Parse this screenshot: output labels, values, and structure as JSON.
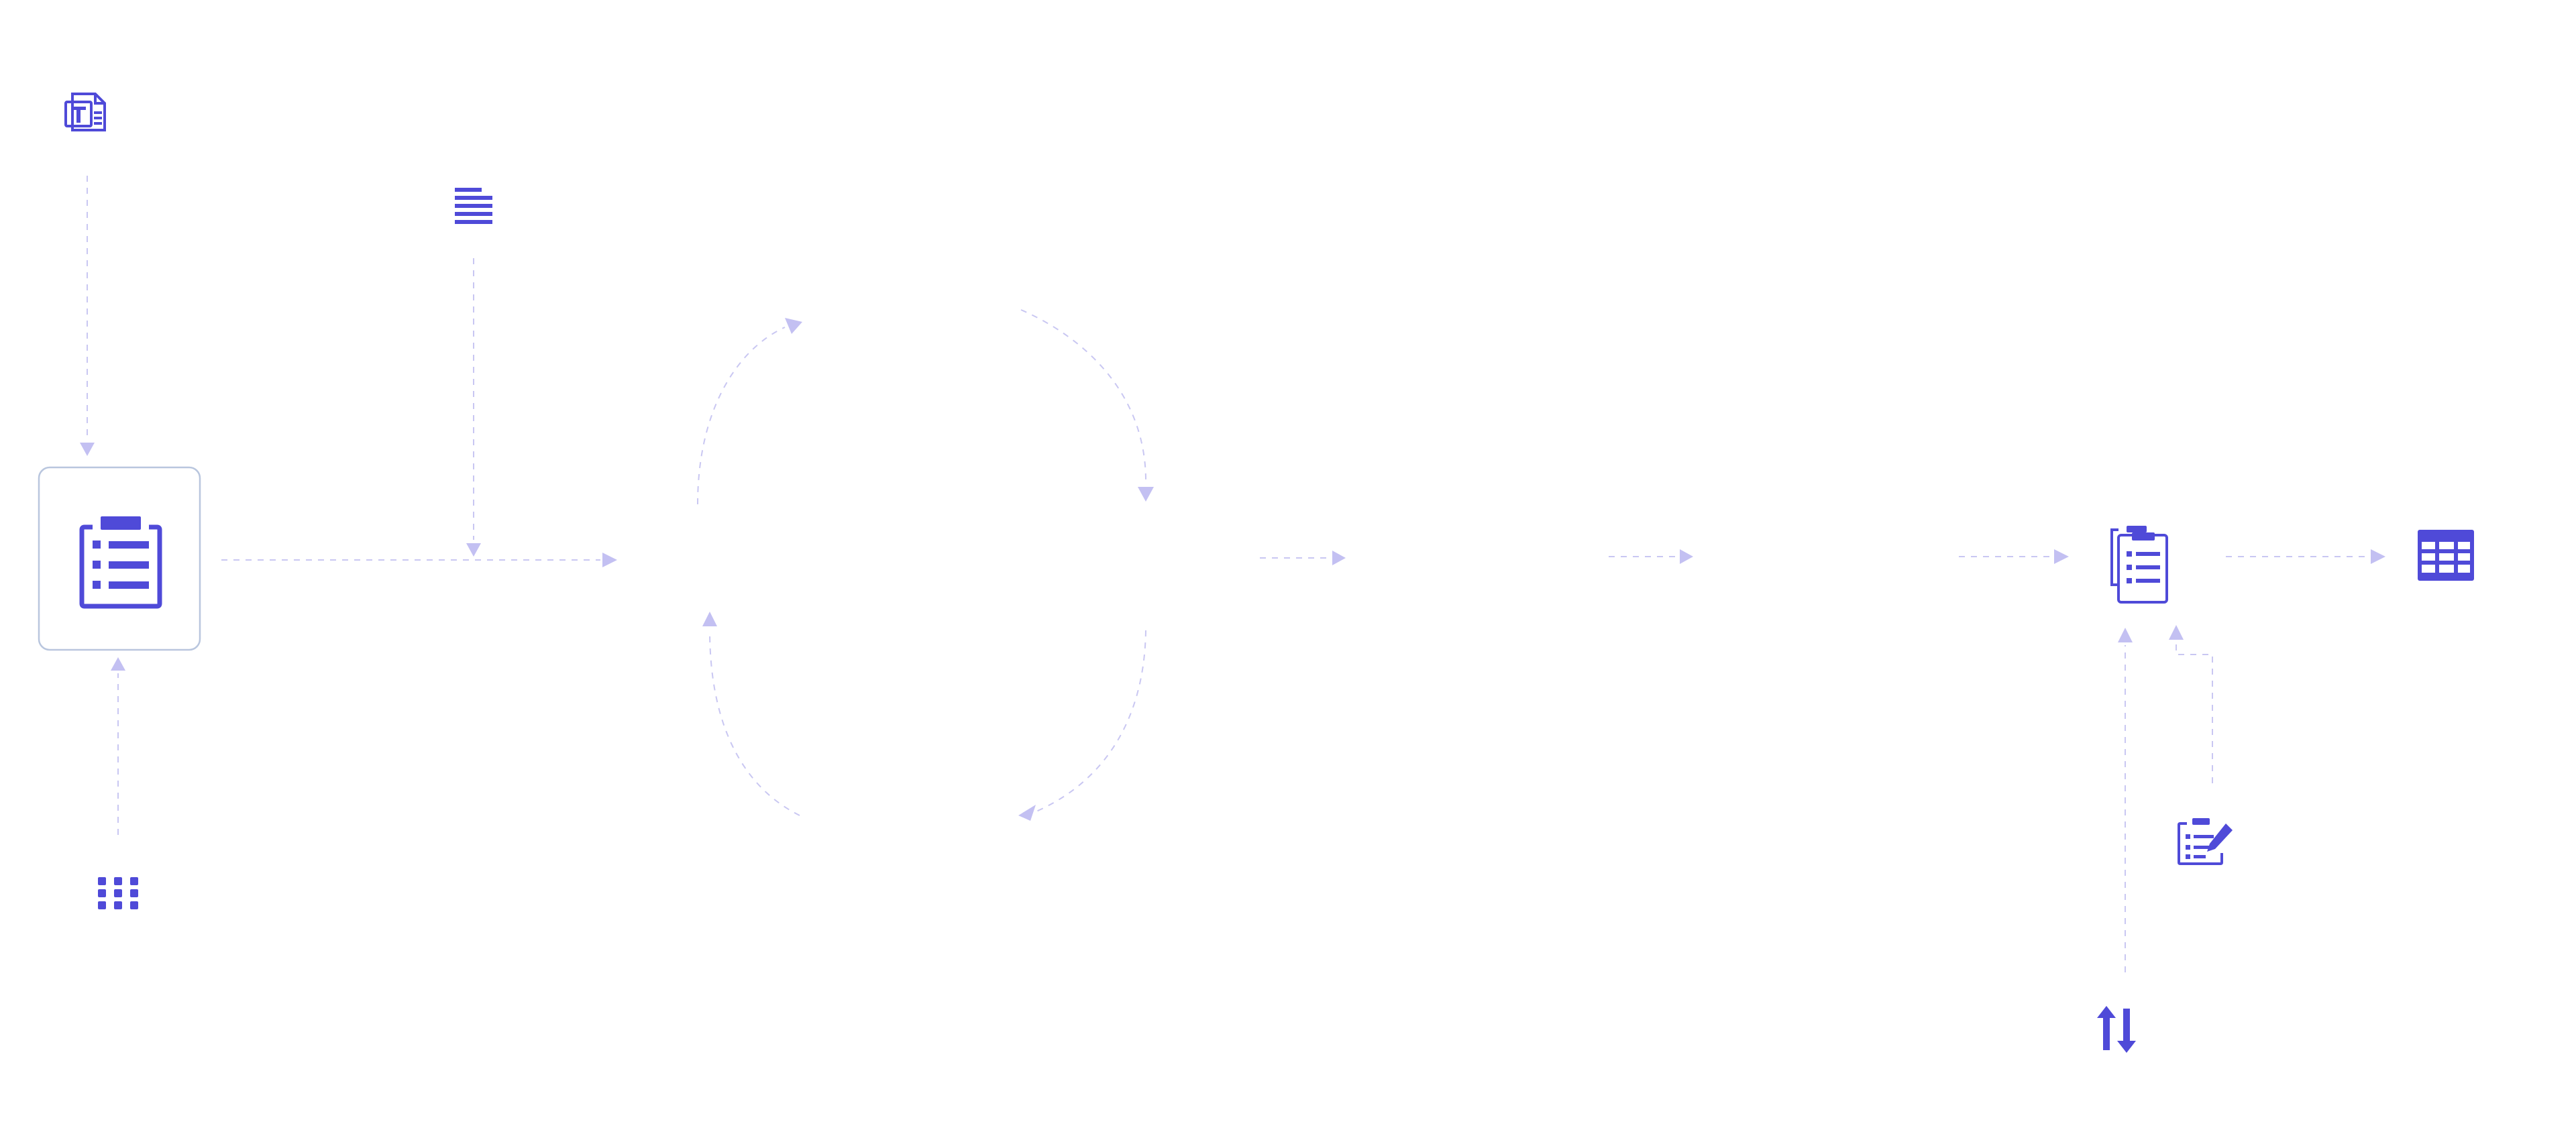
{
  "diagram": {
    "accent_color": "#4f4ad8",
    "connector_color": "#c9c7f2",
    "card_border_color": "#b9c6de",
    "background": "#ffffff",
    "nodes": [
      {
        "id": "source-text-document",
        "icon": "text-document-icon"
      },
      {
        "id": "paragraph-input",
        "icon": "align-left-icon"
      },
      {
        "id": "task-list-card",
        "icon": "clipboard-list-icon"
      },
      {
        "id": "apps-grid-input",
        "icon": "grid-dots-icon"
      },
      {
        "id": "merged-checklists",
        "icon": "clipboard-copy-icon"
      },
      {
        "id": "edit-checklist",
        "icon": "clipboard-edit-icon"
      },
      {
        "id": "sort-input",
        "icon": "sort-arrows-icon"
      },
      {
        "id": "output-table",
        "icon": "table-icon"
      }
    ],
    "connections": [
      {
        "from": "source-text-document",
        "to": "task-list-card"
      },
      {
        "from": "apps-grid-input",
        "to": "task-list-card"
      },
      {
        "from": "task-list-card",
        "to": "cycle"
      },
      {
        "from": "paragraph-input",
        "to": "cycle-inlet"
      },
      {
        "from": "cycle",
        "to": "stage-2"
      },
      {
        "from": "stage-2",
        "to": "stage-3"
      },
      {
        "from": "stage-3",
        "to": "merged-checklists"
      },
      {
        "from": "merged-checklists",
        "to": "output-table"
      },
      {
        "from": "sort-input",
        "to": "merged-checklists"
      },
      {
        "from": "edit-checklist",
        "to": "merged-checklists"
      }
    ]
  }
}
